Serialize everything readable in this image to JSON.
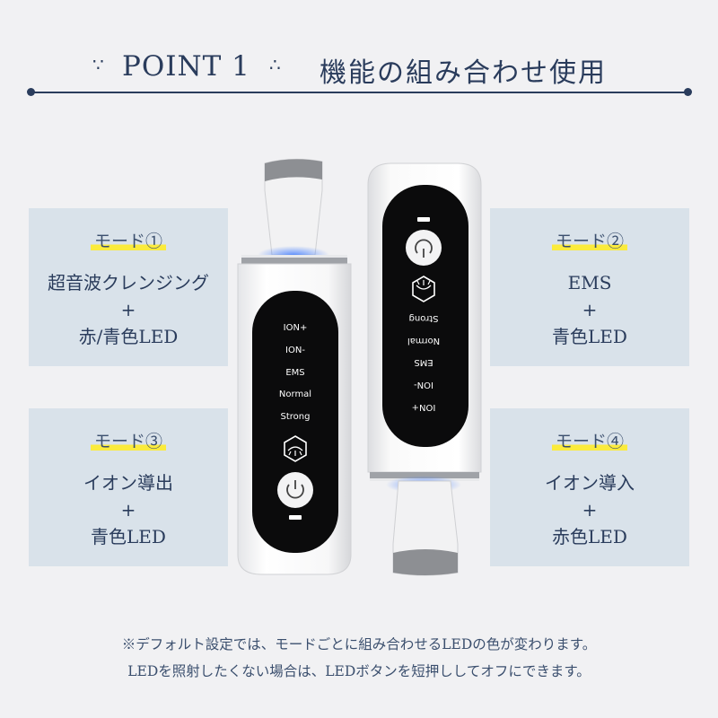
{
  "header": {
    "left_dots": "∵",
    "title": "POINT 1",
    "right_dots": "∴",
    "subtitle": "機能の組み合わせ使用"
  },
  "modes": [
    {
      "label": "モード①",
      "lines": [
        "超音波クレンジング",
        "+",
        "赤/青色LED"
      ]
    },
    {
      "label": "モード②",
      "lines": [
        "EMS",
        "+",
        "青色LED"
      ]
    },
    {
      "label": "モード③",
      "lines": [
        "イオン導出",
        "+",
        "青色LED"
      ]
    },
    {
      "label": "モード④",
      "lines": [
        "イオン導入",
        "+",
        "赤色LED"
      ]
    }
  ],
  "device_front": {
    "modes": [
      "ION+",
      "ION-",
      "EMS",
      "Normal",
      "Strong"
    ],
    "power_icon": "power-icon",
    "mode_icon": "hexagon-led-icon"
  },
  "device_back": {
    "modes": [
      "ION+",
      "ION-",
      "EMS",
      "Normal",
      "Strong"
    ],
    "power_icon": "power-icon",
    "mode_icon": "hexagon-led-icon"
  },
  "notes": [
    "※デフォルト設定では、モードごとに組み合わせるLEDの色が変わります。",
    "LEDを照射したくない場合は、LEDボタンを短押ししてオフにできます。"
  ],
  "colors": {
    "navy": "#2a3c5c",
    "panel": "#d9e2ea",
    "highlight": "#fbeb3c",
    "background": "#f1f1f3"
  }
}
